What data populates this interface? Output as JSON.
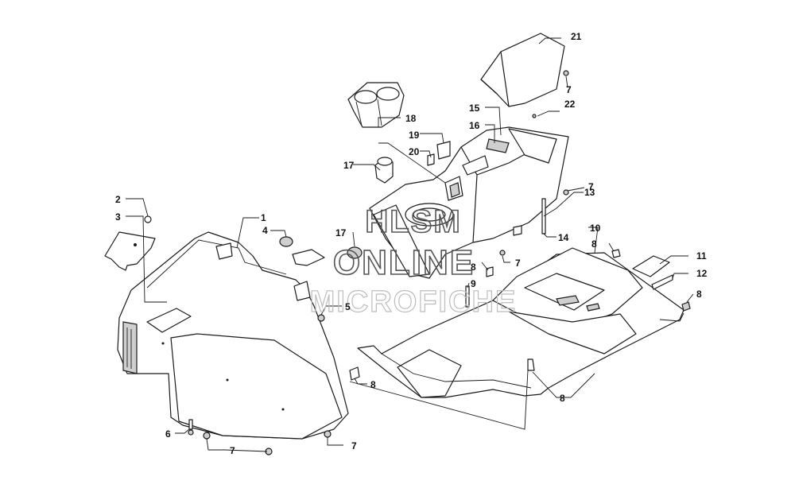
{
  "watermark": {
    "line1": "HLSM",
    "line2": "ONLINE",
    "line3": "MICROFICHE"
  },
  "callouts": [
    {
      "id": "c1",
      "label": "1"
    },
    {
      "id": "c2",
      "label": "2"
    },
    {
      "id": "c3",
      "label": "3"
    },
    {
      "id": "c4",
      "label": "4"
    },
    {
      "id": "c5",
      "label": "5"
    },
    {
      "id": "c6",
      "label": "6"
    },
    {
      "id": "c7a",
      "label": "7"
    },
    {
      "id": "c7b",
      "label": "7"
    },
    {
      "id": "c7c",
      "label": "7"
    },
    {
      "id": "c7d",
      "label": "7"
    },
    {
      "id": "c7e",
      "label": "7"
    },
    {
      "id": "c8a",
      "label": "8"
    },
    {
      "id": "c8b",
      "label": "8"
    },
    {
      "id": "c8c",
      "label": "8"
    },
    {
      "id": "c8d",
      "label": "8"
    },
    {
      "id": "c8e",
      "label": "8"
    },
    {
      "id": "c9",
      "label": "9"
    },
    {
      "id": "c10",
      "label": "10"
    },
    {
      "id": "c11",
      "label": "11"
    },
    {
      "id": "c12",
      "label": "12"
    },
    {
      "id": "c13",
      "label": "13"
    },
    {
      "id": "c14",
      "label": "14"
    },
    {
      "id": "c15",
      "label": "15"
    },
    {
      "id": "c16",
      "label": "16"
    },
    {
      "id": "c17a",
      "label": "17"
    },
    {
      "id": "c17b",
      "label": "17"
    },
    {
      "id": "c18",
      "label": "18"
    },
    {
      "id": "c19",
      "label": "19"
    },
    {
      "id": "c20",
      "label": "20"
    },
    {
      "id": "c21",
      "label": "21"
    },
    {
      "id": "c22",
      "label": "22"
    }
  ]
}
